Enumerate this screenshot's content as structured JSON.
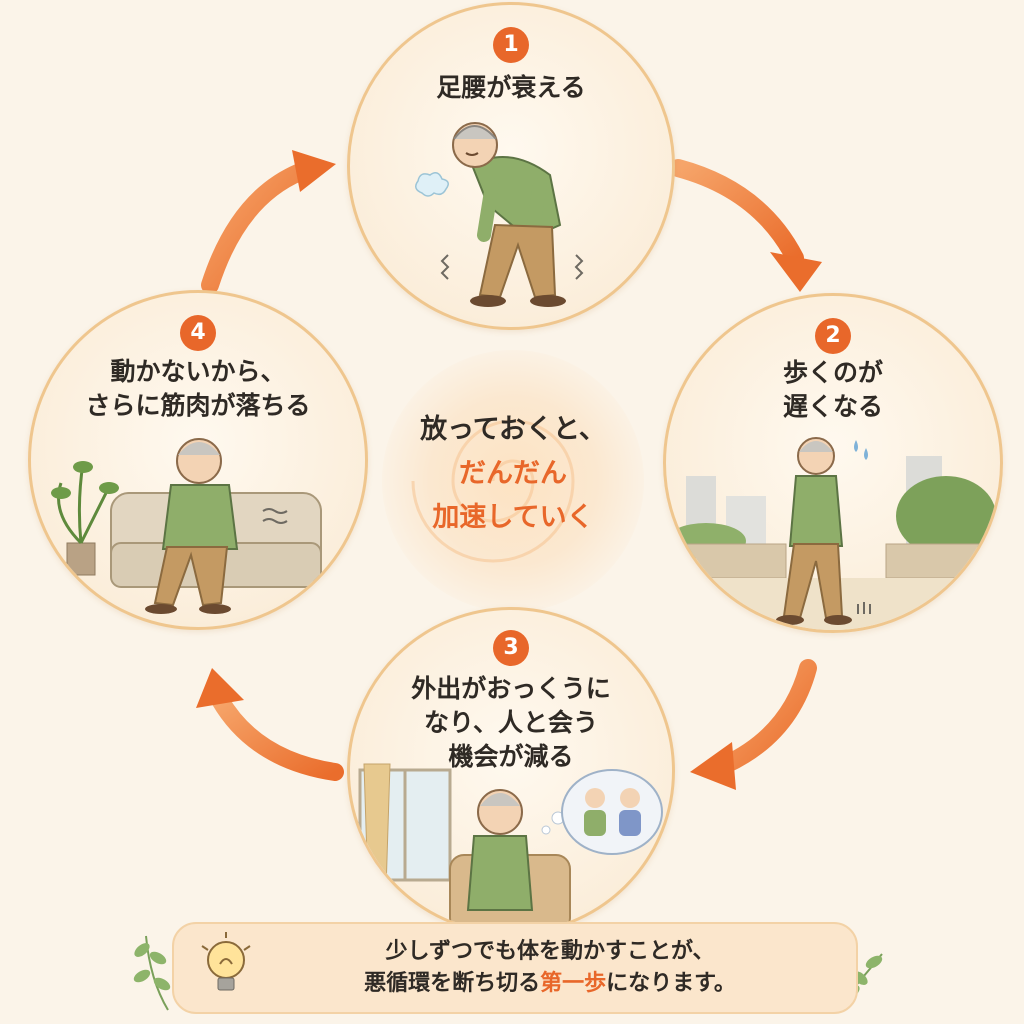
{
  "steps": [
    {
      "number": "1",
      "lines": [
        "足腰が衰える"
      ]
    },
    {
      "number": "2",
      "lines": [
        "歩くのが",
        "遅くなる"
      ]
    },
    {
      "number": "3",
      "lines": [
        "外出がおっくうに",
        "なり、人と会う",
        "機会が減る"
      ]
    },
    {
      "number": "4",
      "lines": [
        "動かないから、",
        "さらに筋肉が落ちる"
      ]
    }
  ],
  "center": {
    "line1": "放っておくと、",
    "line2": "だんだん",
    "line3": "加速していく"
  },
  "tip": {
    "line1": "少しずつでも体を動かすことが、",
    "line2_before": "悪循環を断ち切る",
    "line2_highlight": "第一歩",
    "line2_after": "になります。"
  },
  "colors": {
    "accent": "#e8672a",
    "circle_border": "#efc68e",
    "background": "#fbf4e9",
    "shirt": "#8fae6a",
    "pants": "#c49a63"
  }
}
